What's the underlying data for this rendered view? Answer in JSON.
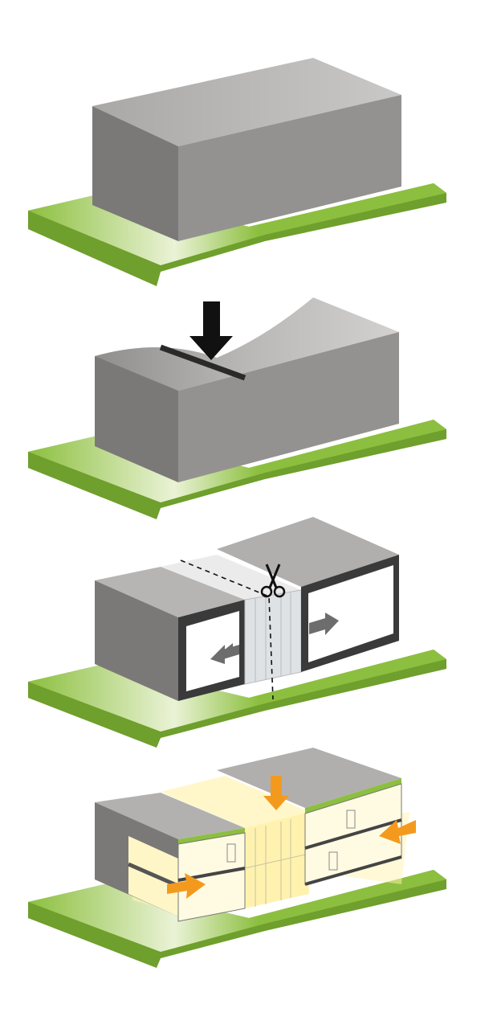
{
  "diagram": {
    "steps": [
      {
        "id": "step-1",
        "description_visible": false
      },
      {
        "id": "step-2",
        "description_visible": false
      },
      {
        "id": "step-3",
        "description_visible": false
      },
      {
        "id": "step-4",
        "description_visible": false
      }
    ],
    "icons": {
      "press": "down-arrow-icon",
      "cut": "scissors-icon",
      "split": "double-arrow-icon",
      "light": "orange-arrow-icon"
    },
    "colors": {
      "grass": "#8cbf3f",
      "grass_dark": "#6f9f2c",
      "grass_light": "#e6f0cf",
      "volume_top": "#bdbcbb",
      "volume_left": "#7a7877",
      "volume_right": "#949290",
      "frame": "#3a3a3a",
      "glass": "#d9dcdf",
      "light": "#fff3b0",
      "arrow_orange": "#f39a1e",
      "arrow_black": "#111111"
    }
  }
}
